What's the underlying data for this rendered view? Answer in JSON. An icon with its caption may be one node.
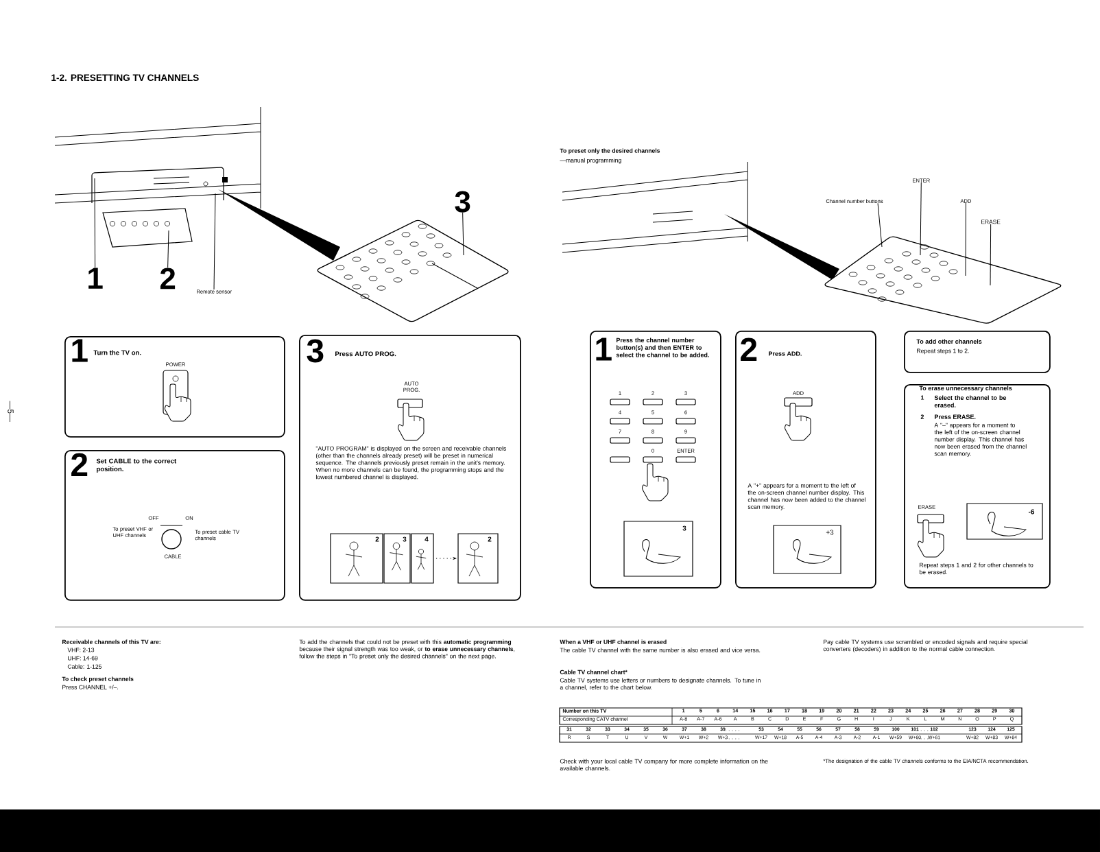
{
  "diagram": {
    "title": "1-2. PRESETTING TV CHANNELS",
    "nodes": [
      {
        "text": [
          "1",
          "Turn the TV on.",
          "POWER"
        ]
      },
      {
        "text": [
          "2",
          "Set CABLE to the correct position.",
          "OFF",
          "ON",
          "To preset VHF or UHF channels",
          "To preset cable TV channels",
          "CABLE"
        ]
      },
      {
        "text": [
          "3",
          "Press AUTO PROG.",
          "AUTO PROG.",
          "\"AUTO PROGRAM\" is displayed on the screen and receivable channels (other than the channels already preset) will be preset in numerical sequence. The channels previously preset remain in the unit's memory. When no more channels can be found, the programming stops and the lowest numbered channel is displayed.",
          "2",
          "3",
          "4",
          "2"
        ]
      },
      {
        "text": [
          "1",
          "Press the channel number button(s) and then ENTER to select the channel to be added.",
          "1",
          "2",
          "3",
          "4",
          "5",
          "6",
          "7",
          "8",
          "9",
          "0",
          "ENTER",
          "3"
        ]
      },
      {
        "text": [
          "2",
          "Press ADD.",
          "ADD",
          "A \"+\" appears for a moment to the left of the on-screen channel number display. This channel has now been added to the channel scan memory.",
          "+3"
        ]
      },
      {
        "text": [
          "To add other channels",
          "Repeat steps 1 to 2."
        ]
      },
      {
        "text": [
          "To erase unnecessary channels",
          "1",
          "Select the channel to be erased.",
          "2",
          "Press ERASE.",
          "A \"–\" appears for a moment to the left of the on-screen channel number display. This channel has now been erased from the channel scan memory.",
          "ERASE",
          "-6",
          "Repeat steps 1 and 2 for other channels to be erased."
        ]
      },
      {
        "text": [
          "1"
        ]
      },
      {
        "text": [
          "2"
        ]
      },
      {
        "text": [
          "Remote sensor"
        ]
      },
      {
        "text": [
          "3"
        ]
      },
      {
        "text": [
          "Channel number buttons"
        ]
      },
      {
        "text": [
          "ENTER"
        ]
      },
      {
        "text": [
          "ADD"
        ]
      },
      {
        "text": [
          "ERASE"
        ]
      }
    ],
    "edges": [
      {
        "from": 7,
        "to": null,
        "arrow": "none"
      },
      {
        "from": 8,
        "to": null,
        "arrow": "none"
      },
      {
        "from": 9,
        "to": null,
        "arrow": "none"
      },
      {
        "from": 10,
        "to": null,
        "arrow": "none"
      },
      {
        "from": 11,
        "to": null,
        "arrow": "none"
      },
      {
        "from": 12,
        "to": null,
        "arrow": "none"
      },
      {
        "from": 13,
        "to": null,
        "arrow": "none"
      },
      {
        "from": 14,
        "to": null,
        "arrow": "none"
      }
    ],
    "labels": [
      "—5—",
      "To preset only the desired channels",
      "—manual programming",
      "Receivable channels of this TV are:",
      "VHF: 2-13",
      "UHF: 14-69",
      "Cable: 1-125",
      "To check preset channels",
      "Press CHANNEL +/–.",
      "To add the channels that could not be preset with this **automatic programming** because their signal strength was too weak, or **to erase unnecessary channels**, follow the steps in \"To preset only the desired channels\" on the next page.",
      "When a VHF or UHF channel is erased",
      "The cable TV channel with the same number is also erased and vice versa.",
      "Pay cable TV systems use scrambled or encoded signals and require special converters (decoders) in addition to the normal cable connection.",
      "Cable TV channel chart*",
      "Cable TV systems use letters or numbers to designate channels. To tune in a channel, refer to the chart below.",
      "Number on this TV",
      "1",
      "5",
      "6",
      "14",
      "15",
      "16",
      "17",
      "18",
      "19",
      "20",
      "21",
      "22",
      "23",
      "24",
      "25",
      "26",
      "27",
      "28",
      "29",
      "30",
      "Corresponding CATV channel",
      "A-8",
      "A-7",
      "A-6",
      "A",
      "B",
      "C",
      "D",
      "E",
      "F",
      "G",
      "H",
      "I",
      "J",
      "K",
      "L",
      "M",
      "N",
      "O",
      "P",
      "Q",
      "31",
      "32",
      "33",
      "34",
      "35",
      "36",
      "37",
      "38",
      "39",
      "53",
      "54",
      "55",
      "56",
      "57",
      "58",
      "59",
      "100",
      "101",
      "102",
      "123",
      "124",
      "125",
      "R",
      "S",
      "T",
      "U",
      "V",
      "W",
      "W+1",
      "W+2",
      "W+3",
      "W+17",
      "W+18",
      "A-5",
      "A-4",
      "A-3",
      "A-2",
      "A-1",
      "W+59",
      "W+60",
      "W+61",
      "W+82",
      "W+83",
      "W+84",
      "Check with your local cable TV company for more complete information on the available channels.",
      "*The designation of the cable TV channels conforms to the EIA/NCTA recommendation."
    ]
  }
}
